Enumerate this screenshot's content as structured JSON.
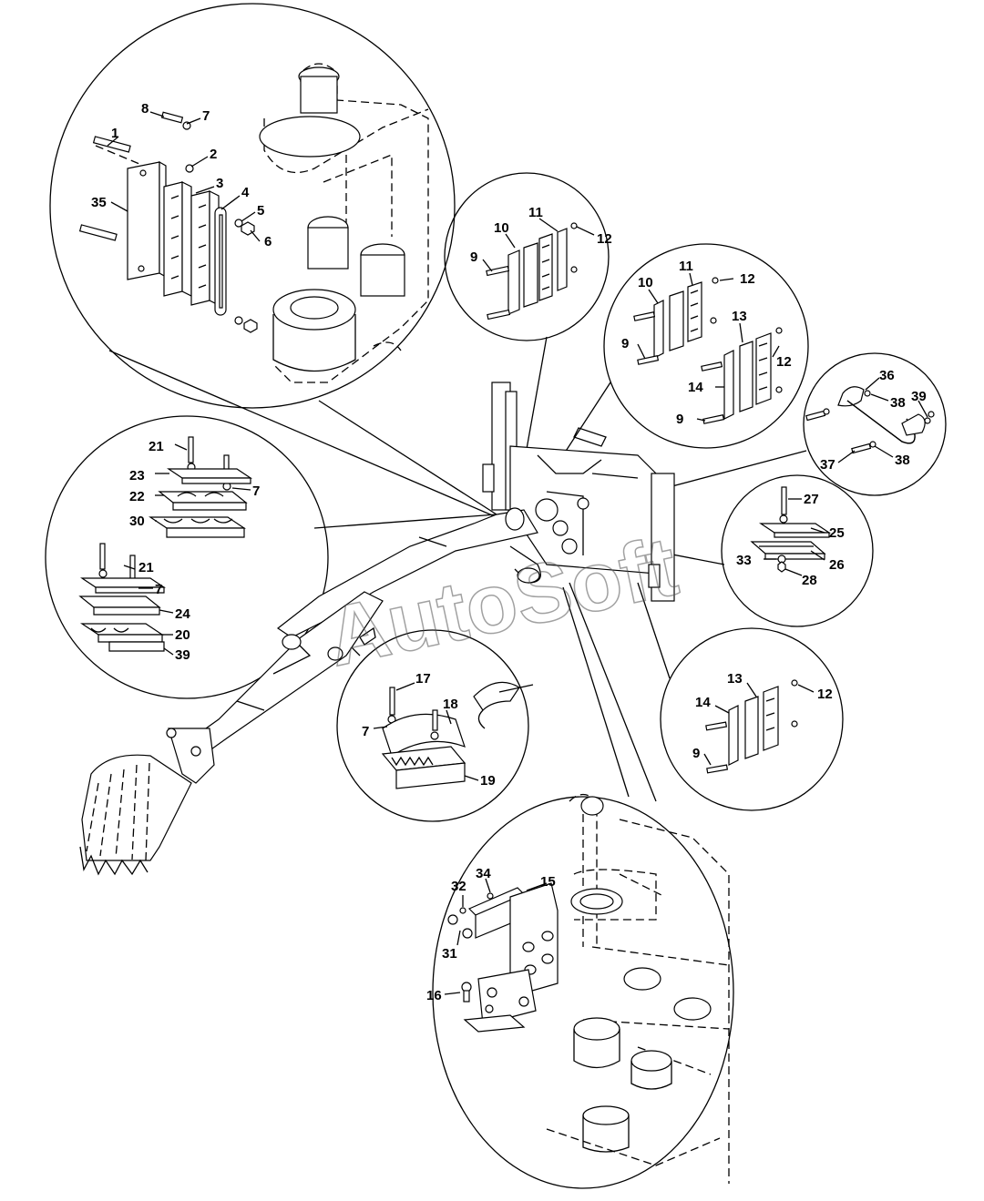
{
  "watermark": "AutoSoft",
  "callouts": {
    "c1": "1",
    "c2": "2",
    "c3": "3",
    "c4": "4",
    "c5": "5",
    "c6": "6",
    "c7a": "7",
    "c7b": "7",
    "c7c": "7",
    "c7d": "7",
    "c8": "8",
    "c9a": "9",
    "c9b": "9",
    "c9c": "9",
    "c9d": "9",
    "c10a": "10",
    "c10b": "10",
    "c11a": "11",
    "c11b": "11",
    "c12a": "12",
    "c12b": "12",
    "c12c": "12",
    "c12d": "12",
    "c13a": "13",
    "c13b": "13",
    "c14a": "14",
    "c14b": "14",
    "c15": "15",
    "c16": "16",
    "c17": "17",
    "c18": "18",
    "c19": "19",
    "c20": "20",
    "c21a": "21",
    "c21b": "21",
    "c22": "22",
    "c23": "23",
    "c24": "24",
    "c25": "25",
    "c26": "26",
    "c27": "27",
    "c28": "28",
    "c30": "30",
    "c31": "31",
    "c32": "32",
    "c33": "33",
    "c34": "34",
    "c35": "35",
    "c36": "36",
    "c37": "37",
    "c38a": "38",
    "c38b": "38",
    "c39a": "39",
    "c39b": "39"
  }
}
